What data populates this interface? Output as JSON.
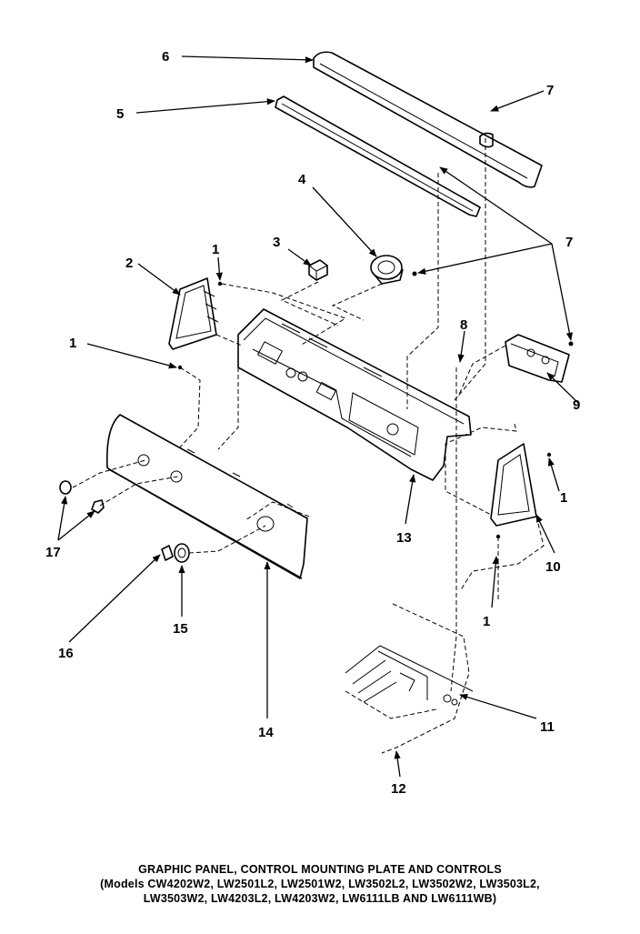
{
  "callouts": {
    "c1a": "1",
    "c1b": "1",
    "c1c": "1",
    "c1d": "1",
    "c2": "2",
    "c3": "3",
    "c4": "4",
    "c5": "5",
    "c6": "6",
    "c7a": "7",
    "c7b": "7",
    "c8": "8",
    "c9": "9",
    "c10": "10",
    "c11": "11",
    "c12": "12",
    "c13": "13",
    "c14": "14",
    "c15": "15",
    "c16": "16",
    "c17": "17"
  },
  "caption": {
    "title": "GRAPHIC PANEL, CONTROL MOUNTING PLATE AND CONTROLS",
    "models_line1": "(Models CW4202W2, LW2501L2, LW2501W2, LW3502L2, LW3502W2, LW3503L2,",
    "models_line2": "LW3503W2, LW4203L2, LW4203W2, LW6111LB AND LW6111WB)"
  }
}
